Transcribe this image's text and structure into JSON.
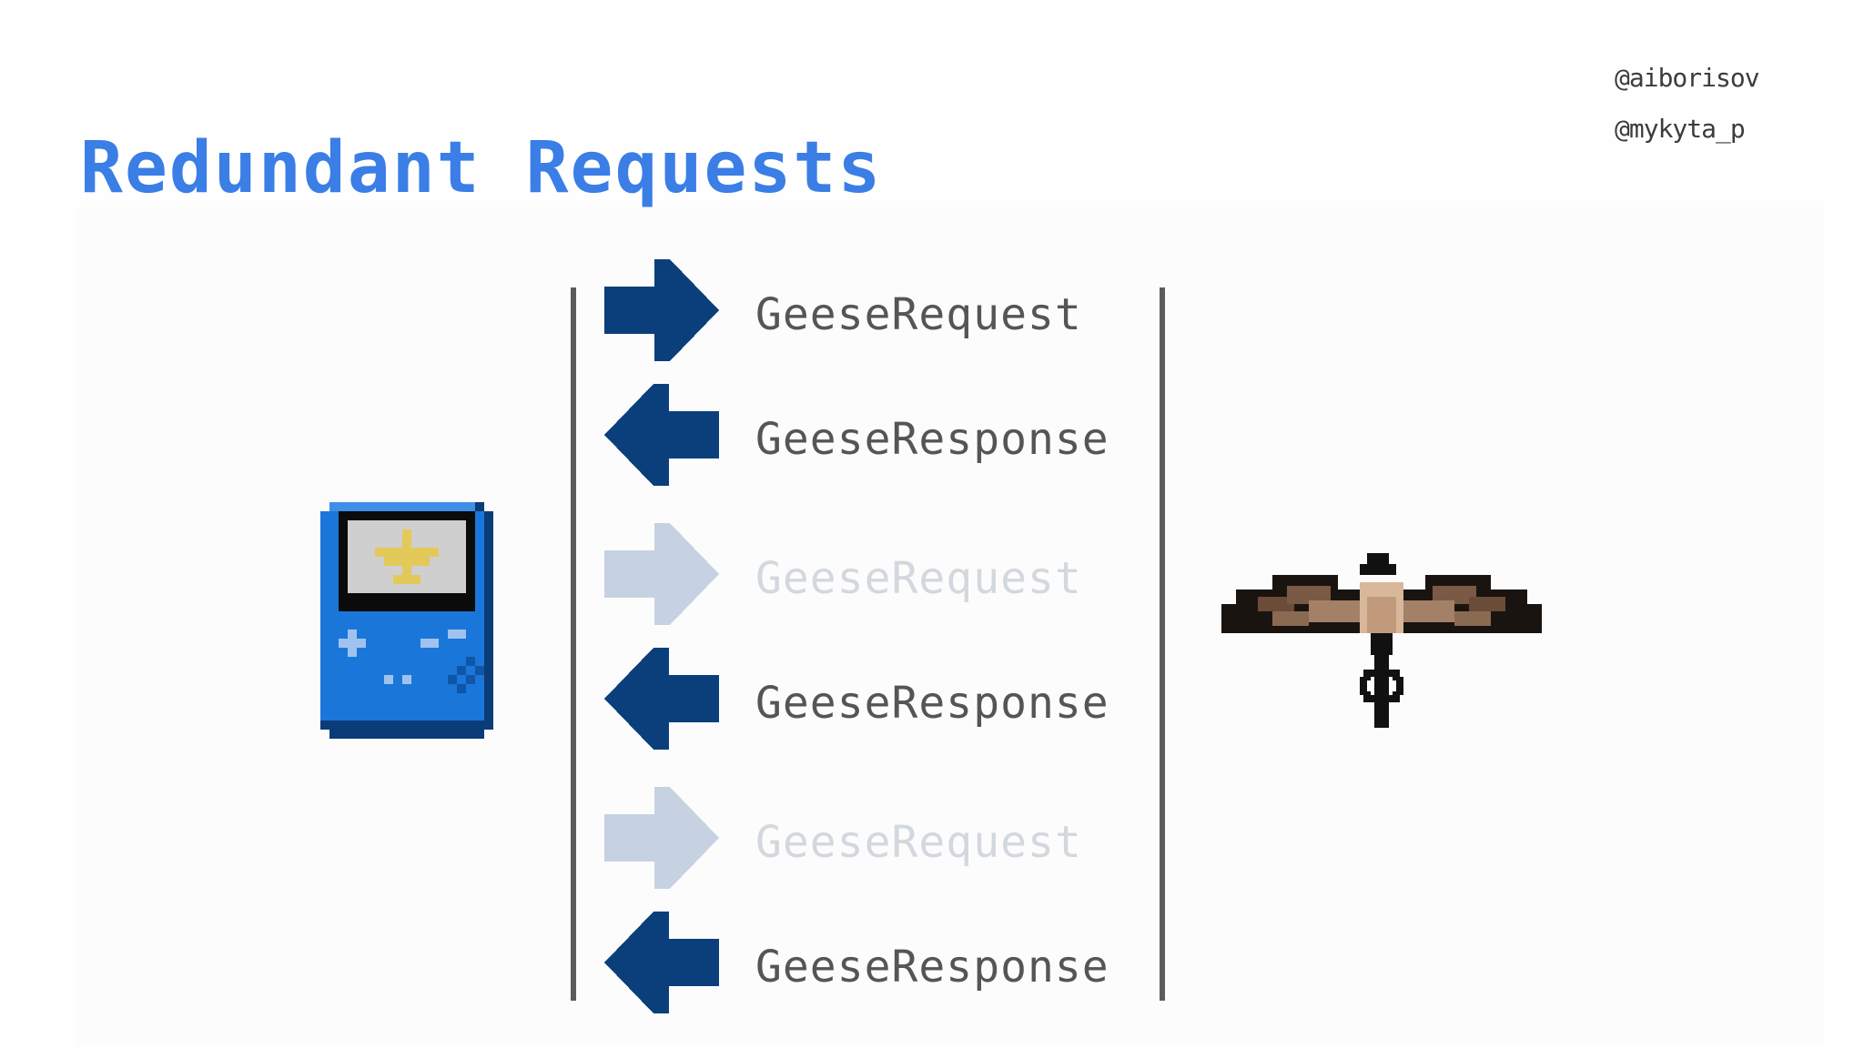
{
  "slide": {
    "title": "Redundant Requests",
    "handles": [
      "@aiborisov",
      "@mykyta_p"
    ]
  },
  "colors": {
    "title": "#3a7ee6",
    "arrow_active": "#0b3f7c",
    "arrow_faded": "#c6d2e1",
    "text_active": "#555555",
    "text_faded": "#d3d8de",
    "lifeline": "#5c5c5c",
    "device_body": "#1b76d9"
  },
  "icons": {
    "left": "handheld-game-console-icon",
    "right": "flying-goose-icon",
    "screen": "airplane-icon"
  },
  "diagram": {
    "messages": [
      {
        "label": "GeeseRequest",
        "direction": "right",
        "state": "active"
      },
      {
        "label": "GeeseResponse",
        "direction": "left",
        "state": "active"
      },
      {
        "label": "GeeseRequest",
        "direction": "right",
        "state": "faded"
      },
      {
        "label": "GeeseResponse",
        "direction": "left",
        "state": "active"
      },
      {
        "label": "GeeseRequest",
        "direction": "right",
        "state": "faded"
      },
      {
        "label": "GeeseResponse",
        "direction": "left",
        "state": "active"
      }
    ]
  }
}
